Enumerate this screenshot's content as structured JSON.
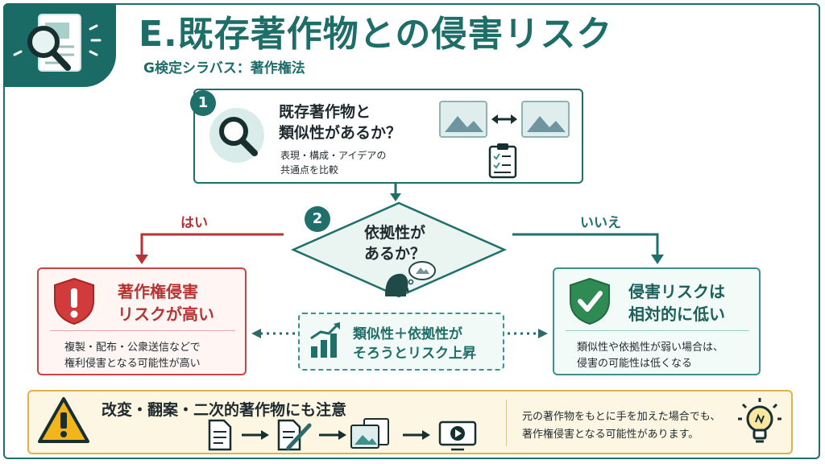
{
  "header": {
    "title": "E.既存著作物との侵害リスク",
    "subtitle": "G検定シラバス：著作権法"
  },
  "step1": {
    "number": "1",
    "question_line1": "既存著作物と",
    "question_line2": "類似性があるか？",
    "note_line1": "表現・構成・アイデアの",
    "note_line2": "共通点を比較"
  },
  "step2": {
    "number": "2",
    "question_line1": "依拠性が",
    "question_line2": "あるか？"
  },
  "branches": {
    "yes_label": "はい",
    "no_label": "いいえ"
  },
  "high_risk": {
    "title_line1": "著作権侵害",
    "title_line2": "リスクが高い",
    "desc_line1": "複製・配布・公衆送信などで",
    "desc_line2": "権利侵害となる可能性が高い"
  },
  "low_risk": {
    "title_line1": "侵害リスクは",
    "title_line2": "相対的に低い",
    "desc_line1": "類似性や依拠性が弱い場合は、",
    "desc_line2": "侵害の可能性は低くなる"
  },
  "combo": {
    "line1": "類似性＋依拠性が",
    "line2": "そろうとリスク上昇"
  },
  "caution": {
    "title": "改変・翻案・二次的著作物にも注意",
    "desc_line1": "元の著作物をもとに手を加えた場合でも、",
    "desc_line2": "著作権侵害となる可能性があります。"
  },
  "colors": {
    "teal": "#1f6f6b",
    "red": "#c74545",
    "green": "#3f8f8a",
    "amber": "#e2b24a"
  }
}
